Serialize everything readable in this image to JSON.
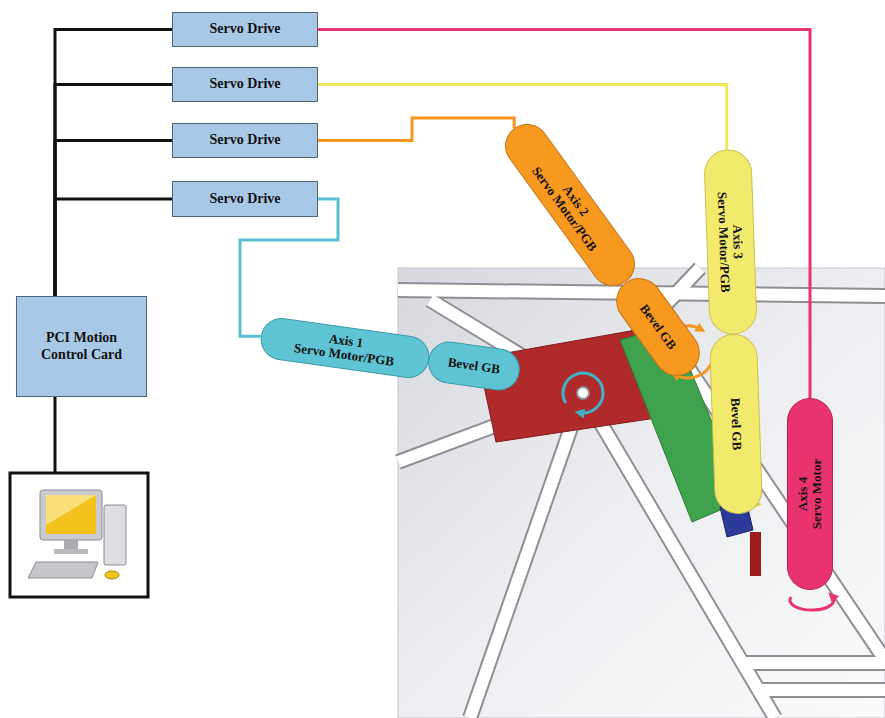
{
  "diagram": {
    "nodes": [
      {
        "text": [
          "Servo Drive"
        ]
      },
      {
        "text": [
          "Servo Drive"
        ]
      },
      {
        "text": [
          "Servo Drive"
        ]
      },
      {
        "text": [
          "Servo Drive"
        ]
      },
      {
        "text": [
          "PCI Motion Control Card"
        ]
      },
      {
        "text": [
          "Axis 1",
          "Servo Motor/PGB"
        ]
      },
      {
        "text": [
          "Bevel GB"
        ]
      },
      {
        "text": [
          "Axis 2",
          "Servo Motor/PGB"
        ]
      },
      {
        "text": [
          "Bevel GB"
        ]
      },
      {
        "text": [
          "Axis 3",
          "Servo Motor/PGB"
        ]
      },
      {
        "text": [
          "Bevel GB"
        ]
      },
      {
        "text": [
          "Axis 4",
          "Servo Motor"
        ]
      }
    ],
    "edges": [
      {
        "from": 4,
        "to": 0,
        "arrow": "none"
      },
      {
        "from": 4,
        "to": 1,
        "arrow": "none"
      },
      {
        "from": 4,
        "to": 2,
        "arrow": "none"
      },
      {
        "from": 4,
        "to": 3,
        "arrow": "none"
      },
      {
        "from": 0,
        "to": 11,
        "arrow": "none"
      },
      {
        "from": 1,
        "to": 9,
        "arrow": "none"
      },
      {
        "from": 2,
        "to": 7,
        "arrow": "none"
      },
      {
        "from": 3,
        "to": 5,
        "arrow": "none"
      }
    ]
  }
}
